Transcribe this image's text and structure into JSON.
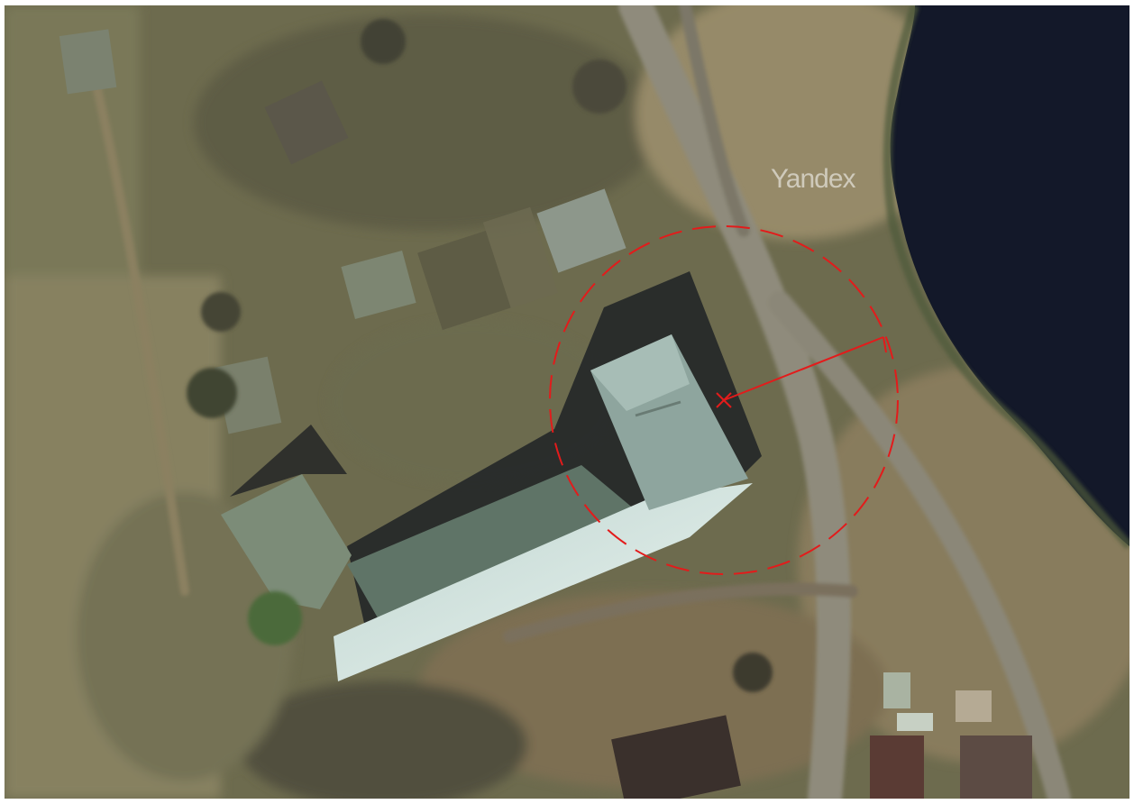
{
  "map": {
    "view": "satellite",
    "watermark": "Yandex",
    "colors": {
      "field": "#7b7658",
      "dry_grass": "#8e8062",
      "dark_ground": "#4d4c3a",
      "road": "#8d8a7f",
      "water": "#131829",
      "roof_green": "#6f8472",
      "roof_light": "#9eb5ae",
      "wall_white": "#dfece6",
      "marker_red": "#e31b1b"
    },
    "marker": {
      "type": "dashed-circle-with-radius-arrow",
      "color": "#e31b1b"
    }
  }
}
